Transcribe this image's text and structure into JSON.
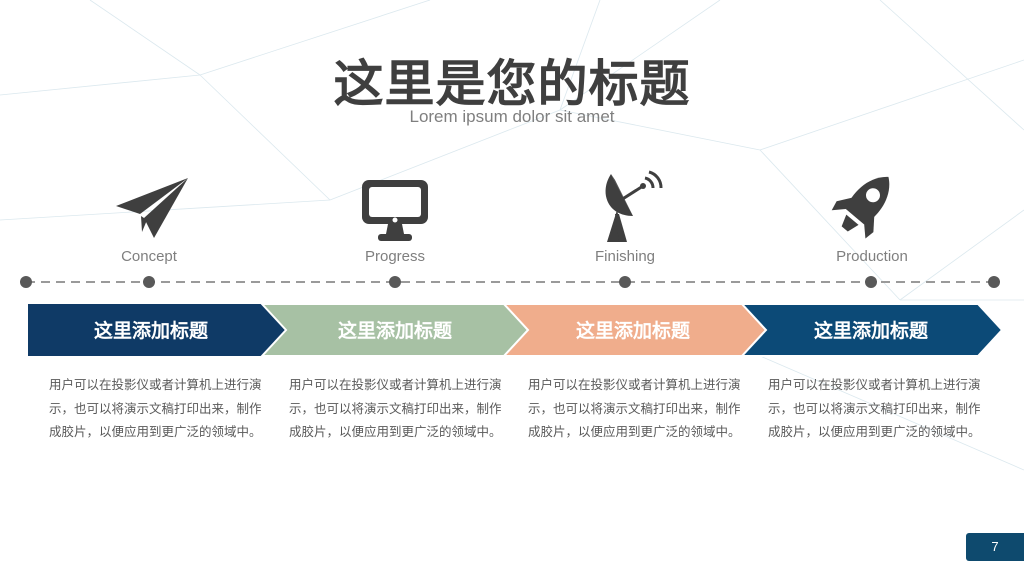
{
  "slide": {
    "title": "这里是您的标题",
    "subtitle": "Lorem ipsum dolor sit amet",
    "page_number": "7"
  },
  "stages": [
    {
      "label": "Concept",
      "icon": "paper-plane-icon",
      "heading": "这里添加标题",
      "color": "#0f3a66",
      "text": "用户可以在投影仪或者计算机上进行演示，也可以将演示文稿打印出来，制作成胶片，以便应用到更广泛的领域中。"
    },
    {
      "label": "Progress",
      "icon": "monitor-icon",
      "heading": "这里添加标题",
      "color": "#a7c1a4",
      "text": "用户可以在投影仪或者计算机上进行演示，也可以将演示文稿打印出来，制作成胶片，以便应用到更广泛的领域中。"
    },
    {
      "label": "Finishing",
      "icon": "satellite-dish-icon",
      "heading": "这里添加标题",
      "color": "#f0ad8c",
      "text": "用户可以在投影仪或者计算机上进行演示，也可以将演示文稿打印出来，制作成胶片，以便应用到更广泛的领域中。"
    },
    {
      "label": "Production",
      "icon": "rocket-icon",
      "heading": "这里添加标题",
      "color": "#0c4a77",
      "text": "用户可以在投影仪或者计算机上进行演示，也可以将演示文稿打印出来，制作成胶片，以便应用到更广泛的领域中。"
    }
  ],
  "colors": {
    "title": "#3f3f3f",
    "icon": "#3f3f3f",
    "timeline": "#595959",
    "page_badge": "#0e4a6e"
  }
}
